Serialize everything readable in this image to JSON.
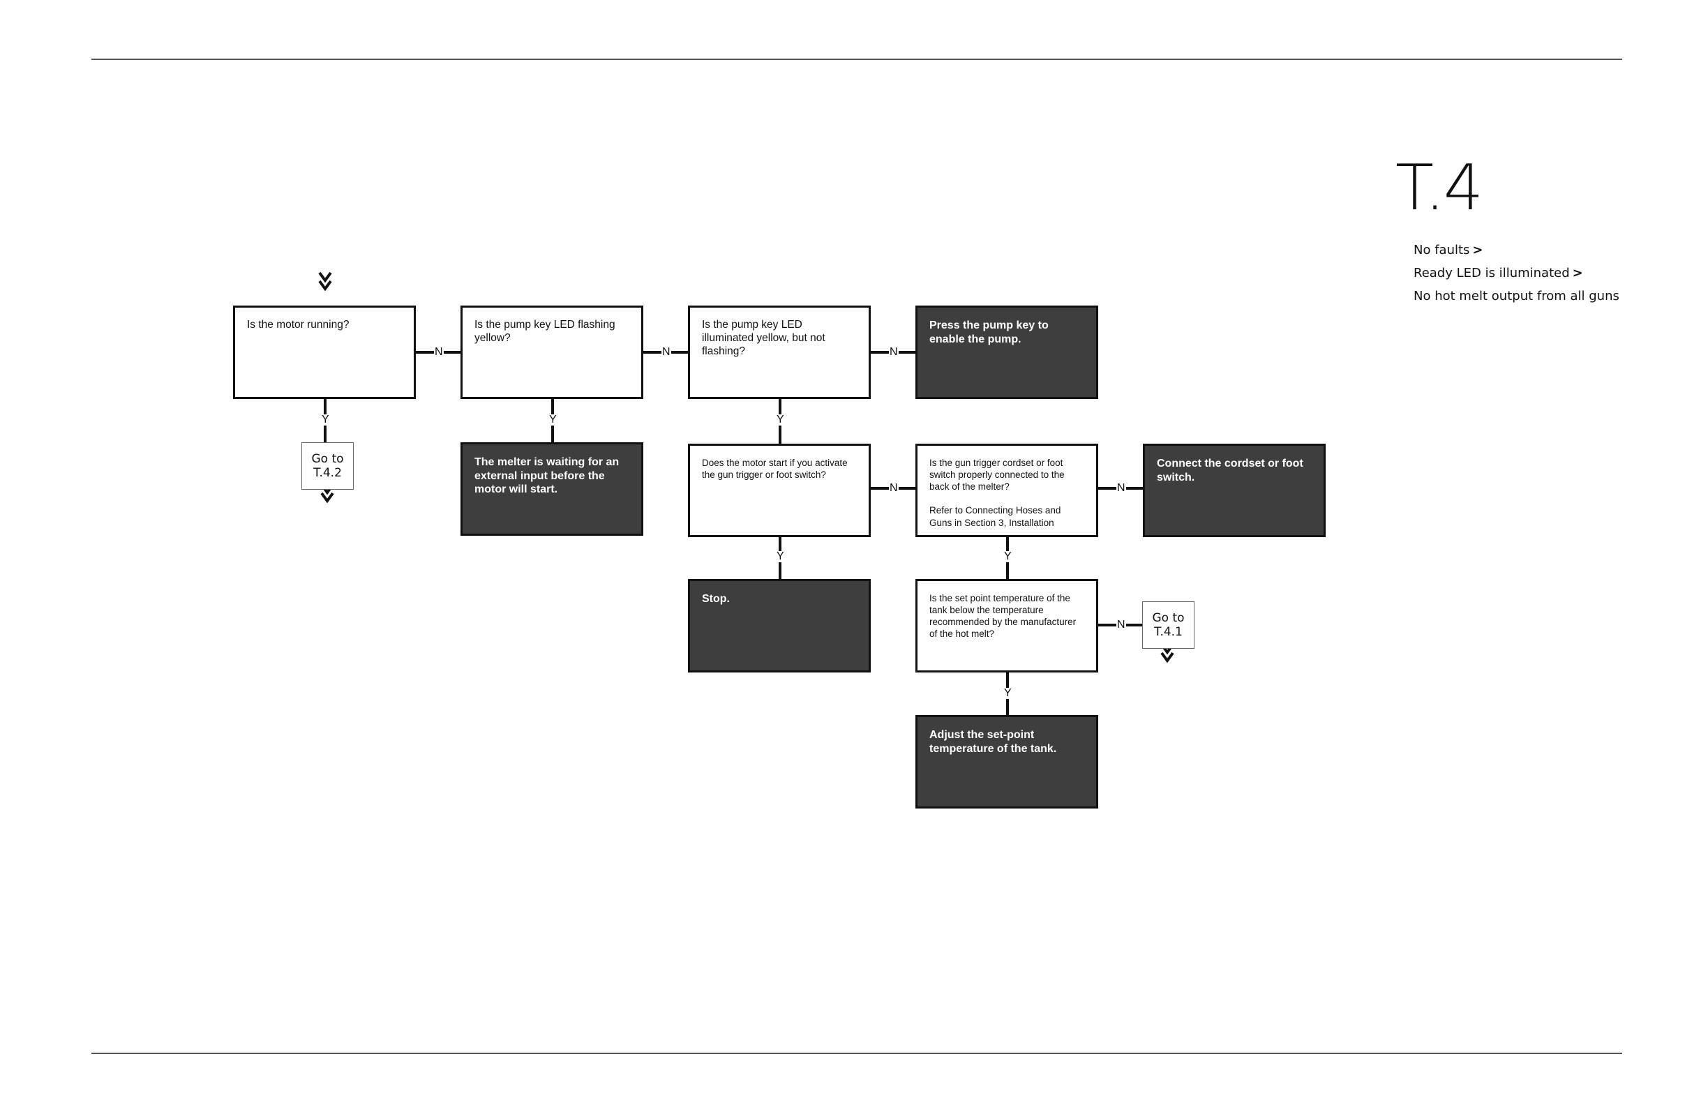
{
  "header": {
    "code": "T.4",
    "breadcrumb": [
      {
        "text": "No faults",
        "arrow": ">"
      },
      {
        "text": "Ready LED is illuminated",
        "arrow": ">"
      },
      {
        "text": "No hot melt output from all guns",
        "arrow": ""
      }
    ]
  },
  "flow": {
    "q_motor_running": "Is the motor running?",
    "q_pump_led_flashing": "Is the pump key LED flashing yellow?",
    "q_pump_led_solid": "Is the pump key LED illuminated yellow, but not flashing?",
    "a_press_pump_key": "Press the pump key to enable the pump.",
    "goto_t42": [
      "Go to",
      "T.4.2"
    ],
    "a_waiting_input": "The melter is waiting for an external input before the motor will start.",
    "q_motor_start": "Does the motor start if you activate the gun trigger or foot switch?",
    "q_cordset": "Is the gun trigger cordset or foot switch  properly connected to the back of the melter?",
    "q_cordset_ref": "Refer to Connecting Hoses and Guns in Section 3, Installation",
    "a_connect_cordset": "Connect the cordset or foot switch.",
    "a_stop": "Stop.",
    "q_setpoint": "Is the set point temperature of the tank below the temperature recommended by the manufacturer of the hot melt?",
    "goto_t41": [
      "Go to",
      "T.4.1"
    ],
    "a_adjust_setpoint": "Adjust the set-point temperature of the tank.",
    "yes": "Y",
    "no": "N"
  }
}
